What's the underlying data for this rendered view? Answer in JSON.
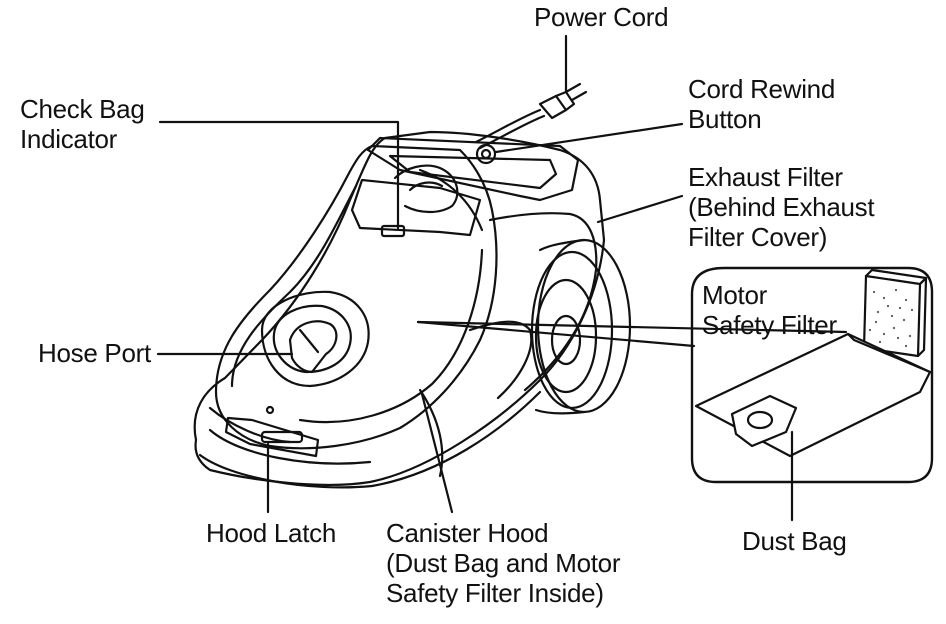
{
  "labels": {
    "power_cord": [
      "Power Cord"
    ],
    "cord_rewind_button": [
      "Cord Rewind",
      "Button"
    ],
    "check_bag_indicator": [
      "Check Bag",
      "Indicator"
    ],
    "exhaust_filter": [
      "Exhaust Filter",
      "(Behind Exhaust",
      "Filter Cover)"
    ],
    "motor_safety_filter": [
      "Motor",
      "Safety Filter"
    ],
    "hose_port": [
      "Hose Port"
    ],
    "hood_latch": [
      "Hood Latch"
    ],
    "canister_hood": [
      "Canister Hood",
      "(Dust Bag and Motor",
      "Safety Filter Inside)"
    ],
    "dust_bag": [
      "Dust Bag"
    ]
  },
  "colors": {
    "line": "#111111",
    "fill": "#ffffff",
    "filter_dots": "#555555"
  }
}
